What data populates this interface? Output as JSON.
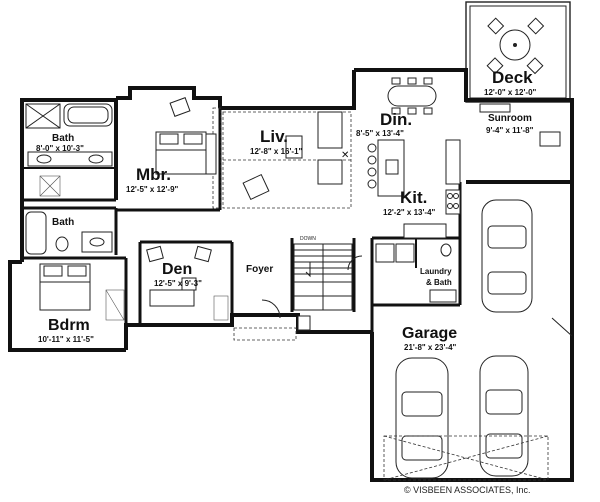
{
  "rooms": {
    "deck": {
      "name": "Deck",
      "dim": "12'-0\" x 12'-0\""
    },
    "sunroom": {
      "name": "Sunroom",
      "dim": "9'-4\" x 11'-8\""
    },
    "dining": {
      "name": "Din.",
      "dim": "8'-5\" x 13'-4\""
    },
    "living": {
      "name": "Liv.",
      "dim": "12'-8\" x 16'-1\""
    },
    "master_bath": {
      "name": "Bath",
      "dim": "8'-0\" x 10'-3\""
    },
    "master_bed": {
      "name": "Mbr.",
      "dim": "12'-5\" x 12'-9\""
    },
    "kitchen": {
      "name": "Kit.",
      "dim": "12'-2\" x 13'-4\""
    },
    "bath2": {
      "name": "Bath"
    },
    "den": {
      "name": "Den",
      "dim": "12'-5\" x 9'-3\""
    },
    "foyer": {
      "name": "Foyer"
    },
    "laundry": {
      "name_line1": "Laundry",
      "name_line2": "& Bath"
    },
    "bedroom": {
      "name": "Bdrm",
      "dim": "10'-11\" x 11'-5\""
    },
    "garage": {
      "name": "Garage",
      "dim": "21'-8\" x 23'-4\""
    }
  },
  "stair_label": "DOWN",
  "copyright": "© VISBEEN ASSOCIATES, Inc."
}
